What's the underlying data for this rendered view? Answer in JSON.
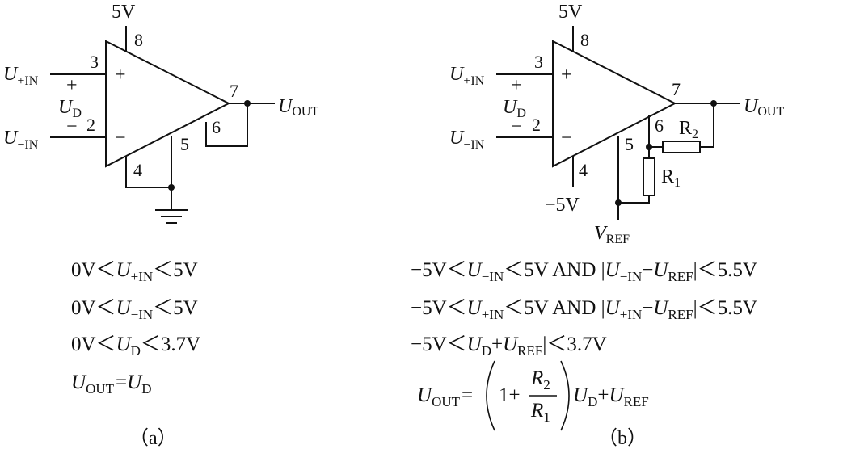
{
  "circuit_a": {
    "supply_top": "5V",
    "pin_8": "8",
    "pin_3": "3",
    "pin_2": "2",
    "pin_7": "7",
    "pin_6": "6",
    "pin_5": "5",
    "pin_4": "4",
    "plus_sign": "+",
    "minus_sign": "−",
    "diff_plus": "+",
    "diff_minus": "−",
    "in_plus_label": {
      "main": "U",
      "sub": "+IN"
    },
    "in_minus_label": {
      "main": "U",
      "sub": "−IN"
    },
    "diff_label": {
      "main": "U",
      "sub": "D"
    },
    "out_label": {
      "main": "U",
      "sub": "OUT"
    },
    "conditions": [
      {
        "pre": "0V＜",
        "main": "U",
        "sub": "+IN",
        "post": "＜5V"
      },
      {
        "pre": "0V＜",
        "main": "U",
        "sub": "−IN",
        "post": "＜5V"
      },
      {
        "pre": "0V＜",
        "main": "U",
        "sub": "D",
        "post": "＜3.7V"
      }
    ],
    "output_eq": {
      "lhs_main": "U",
      "lhs_sub": "OUT",
      "eq": "=",
      "rhs_main": "U",
      "rhs_sub": "D"
    },
    "caption": "（a）"
  },
  "circuit_b": {
    "supply_top": "5V",
    "supply_bottom": "−5V",
    "pin_8": "8",
    "pin_3": "3",
    "pin_2": "2",
    "pin_7": "7",
    "pin_6": "6",
    "pin_5": "5",
    "pin_4": "4",
    "plus_sign": "+",
    "minus_sign": "−",
    "diff_plus": "+",
    "diff_minus": "−",
    "in_plus_label": {
      "main": "U",
      "sub": "+IN"
    },
    "in_minus_label": {
      "main": "U",
      "sub": "−IN"
    },
    "diff_label": {
      "main": "U",
      "sub": "D"
    },
    "out_label": {
      "main": "U",
      "sub": "OUT"
    },
    "vref_label": {
      "main": "V",
      "sub": "REF"
    },
    "r1_label": {
      "main": "R",
      "sub": "1"
    },
    "r2_label": {
      "main": "R",
      "sub": "2"
    },
    "conditions": [
      {
        "t1": "−5V＜",
        "m1": "U",
        "s1": "−IN",
        "t2": "＜5V AND |",
        "m2": "U",
        "s2": "−IN",
        "t3": "−",
        "m3": "U",
        "s3": "REF",
        "t4": "|＜5.5V"
      },
      {
        "t1": "−5V＜",
        "m1": "U",
        "s1": "+IN",
        "t2": "＜5V AND |",
        "m2": "U",
        "s2": "+IN",
        "t3": "−",
        "m3": "U",
        "s3": "REF",
        "t4": "|＜5.5V"
      },
      {
        "t1": "−5V＜",
        "m1": "U",
        "s1": "D",
        "t2": "+",
        "m2": "U",
        "s2": "REF",
        "t3": "|＜3.7V"
      }
    ],
    "output_eq": {
      "lhs_main": "U",
      "lhs_sub": "OUT",
      "eq": "=",
      "one_plus": "1+",
      "num_main": "R",
      "num_sub": "2",
      "den_main": "R",
      "den_sub": "1",
      "ud_main": "U",
      "ud_sub": "D",
      "plus": "+",
      "uref_main": "U",
      "uref_sub": "REF"
    },
    "caption": "（b）"
  }
}
